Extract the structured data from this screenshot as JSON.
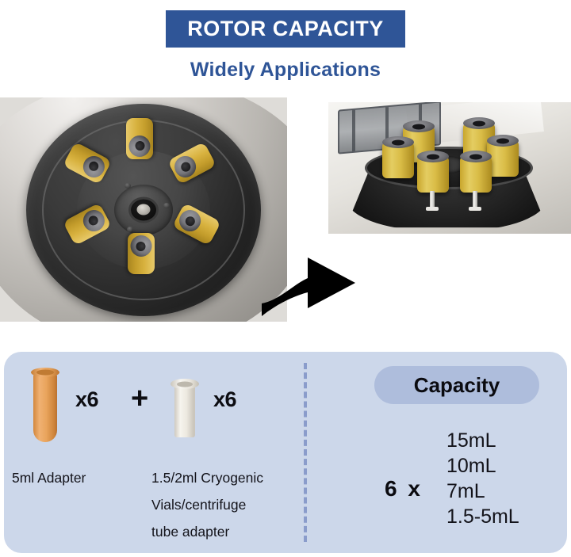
{
  "header": {
    "banner_title": "ROTOR CAPACITY",
    "subtitle": "Widely Applications",
    "banner_color": "#2f5597",
    "subtitle_color": "#2f5597"
  },
  "photos": {
    "main": {
      "name": "centrifuge-rotor-top-view",
      "adapter_count": 6,
      "adapter_color": "#d8b23f"
    },
    "inset": {
      "name": "centrifuge-rotor-angled-view",
      "adapter_count": 6,
      "adapter_color": "#d9bc46"
    },
    "arrow": {
      "name": "pointer-arrow",
      "direction": "right",
      "color": "#000000"
    }
  },
  "bottom_panel": {
    "background_color": "#ccd7ea",
    "divider_color": "#8a9ccb",
    "adapters": [
      {
        "id": "orange-adapter",
        "quantity_label": "x6",
        "caption": "5ml Adapter",
        "color": "#e9a45c"
      },
      {
        "id": "cryogenic-adapter",
        "quantity_label": "x6",
        "caption": "1.5/2ml Cryogenic\nVials/centrifuge\ntube adapter",
        "color": "#ece8df"
      }
    ],
    "operator_symbol": "+",
    "capacity": {
      "badge_label": "Capacity",
      "badge_color": "#aebddc",
      "multiplier": "6 x",
      "values": [
        "15mL",
        "10mL",
        "7mL",
        "1.5-5mL"
      ]
    }
  }
}
